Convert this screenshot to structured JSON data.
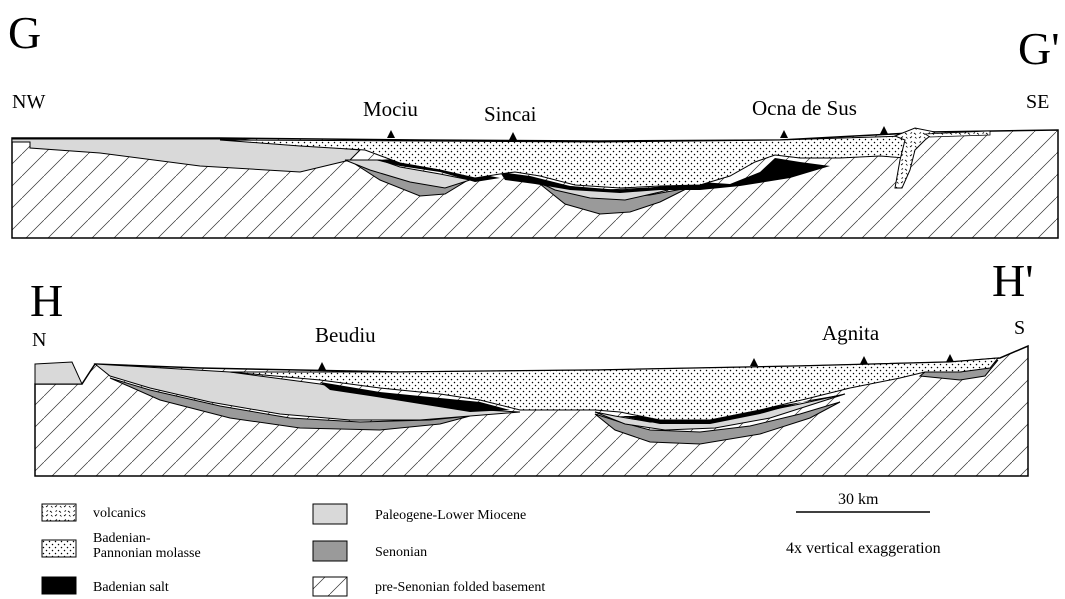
{
  "section_g": {
    "label_start": "G",
    "label_end": "G'",
    "dir_start": "NW",
    "dir_end": "SE",
    "towns": [
      "Mociu",
      "Sincai",
      "Ocna de Sus"
    ]
  },
  "section_h": {
    "label_start": "H",
    "label_end": "H'",
    "dir_start": "N",
    "dir_end": "S",
    "towns": [
      "Beudiu",
      "Agnita"
    ]
  },
  "legend": {
    "items": [
      {
        "label": "volcanics",
        "pattern": "volcanics"
      },
      {
        "label": "Badenian-",
        "label2": "Pannonian molasse",
        "pattern": "molasse"
      },
      {
        "label": "Badenian salt",
        "pattern": "salt"
      },
      {
        "label": "Paleogene-Lower Miocene",
        "pattern": "paleogene"
      },
      {
        "label": "Senonian",
        "pattern": "senonian"
      },
      {
        "label": "pre-Senonian folded basement",
        "pattern": "basement"
      }
    ]
  },
  "scale": {
    "label": "30 km",
    "exaggeration": "4x vertical exaggeration"
  },
  "colors": {
    "paleogene": "#d9d9d9",
    "senonian": "#9a9a9a",
    "salt": "#000000",
    "molasse_bg": "#ffffff",
    "outline": "#000000"
  }
}
